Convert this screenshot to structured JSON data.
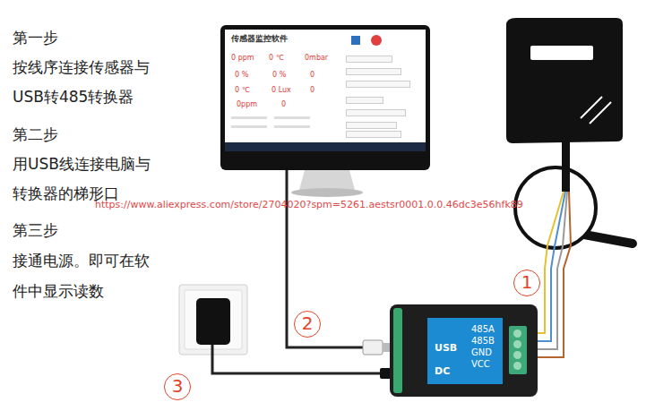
{
  "diagram": {
    "nodes": [
      {
        "text": [
          "传感器监控软件",
          "0 ppm",
          "0 ℃",
          "0mbar",
          "0 %",
          "0 %",
          "0",
          "0 ℃",
          "0 Lux",
          "0",
          "0ppm",
          "0"
        ]
      },
      {
        "text": [
          "USB",
          "DC",
          "485A",
          "485B",
          "GND",
          "VCC"
        ]
      }
    ],
    "edges": [
      {
        "from": 0,
        "to": 1,
        "arrow": "none"
      }
    ],
    "labels": [
      "第一步",
      "按线序连接传感器与 USB转485转换器",
      "第二步",
      "用USB线连接电脑与 转换器的梯形口",
      "第三步",
      "接通电源。即可在软 件中显示读数",
      "https://www.aliexpress.com/store/2704020?spm=5261.aestsr0001.0.0.46dc3e56hfk89",
      "1",
      "2",
      "3"
    ]
  }
}
